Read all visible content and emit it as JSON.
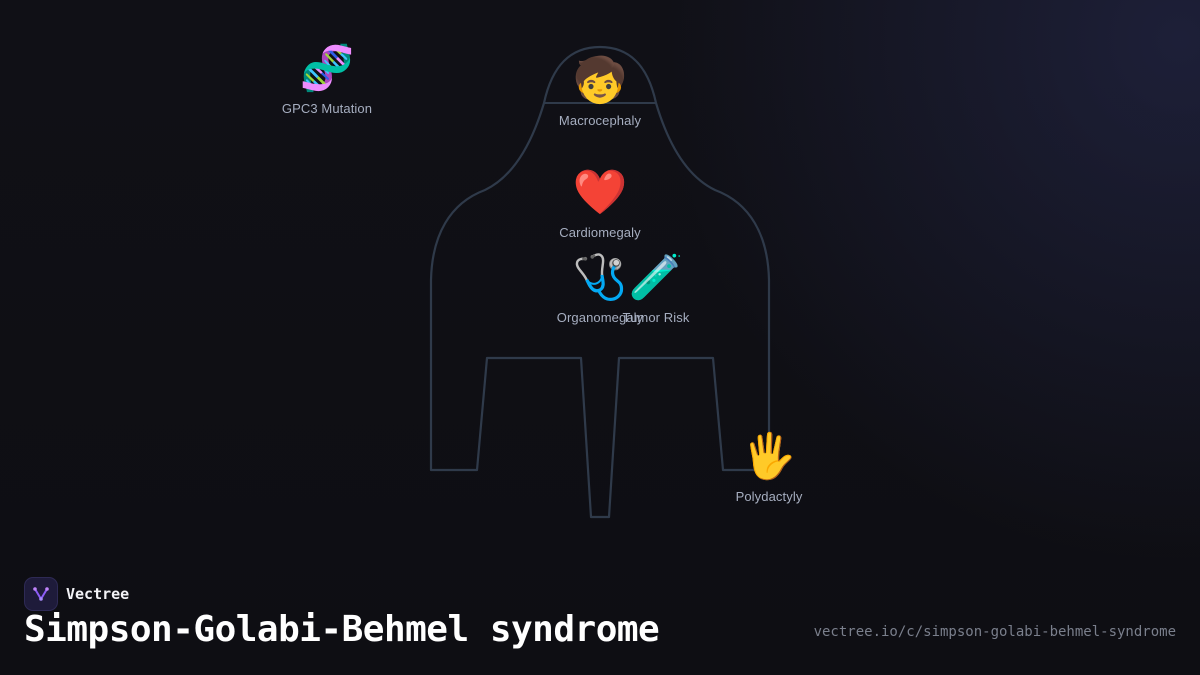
{
  "brand": {
    "name": "Vectree",
    "logo_icon": "vectree-logo-icon"
  },
  "title": "Simpson-Golabi-Behmel syndrome",
  "url": "vectree.io/c/simpson-golabi-behmel-syndrome",
  "markers": [
    {
      "icon": "dna-icon",
      "emoji": "🧬",
      "label": "GPC3 Mutation"
    },
    {
      "icon": "child-head-icon",
      "emoji": "🧒",
      "label": "Macrocephaly"
    },
    {
      "icon": "heart-icon",
      "emoji": "❤️",
      "label": "Cardiomegaly"
    },
    {
      "icon": "stethoscope-icon",
      "emoji": "🩺",
      "label": "Organomegaly"
    },
    {
      "icon": "test-tube-icon",
      "emoji": "🧪",
      "label": "Tumor Risk"
    },
    {
      "icon": "hand-icon",
      "emoji": "🖐",
      "label": "Polydactyly"
    }
  ],
  "colors": {
    "background": "#0f0f14",
    "silhouette_stroke": "#2f3a4a",
    "label_text": "#a6aec0",
    "title_text": "#ffffff",
    "url_text": "#7a7f8c",
    "accent": "#8b5cf6"
  }
}
